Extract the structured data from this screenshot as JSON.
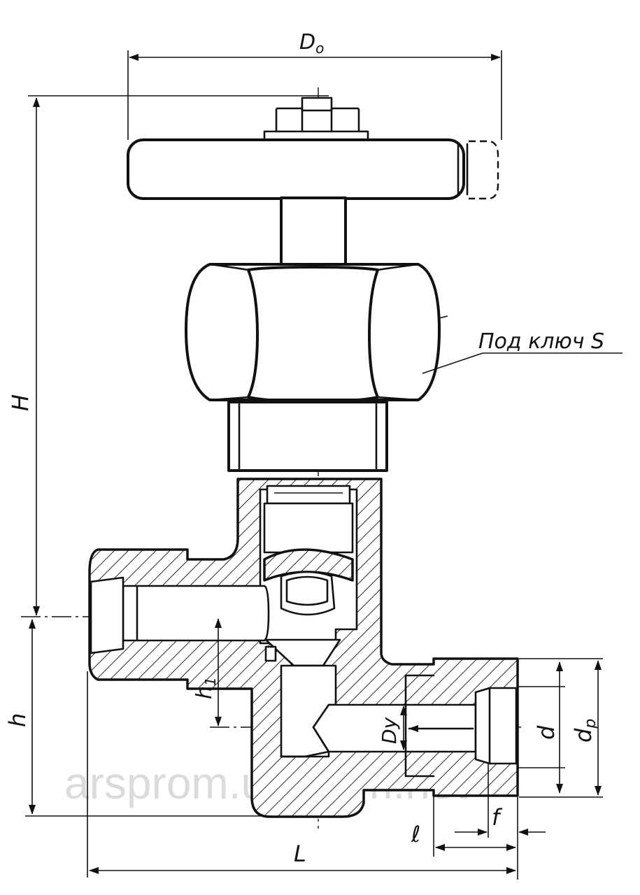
{
  "labels": {
    "d0": "D",
    "d0_sub": "o",
    "wrench": "Под ключ S",
    "H": "H",
    "h": "h",
    "h1": "h",
    "h1_sub": "1",
    "Dy": "Dy",
    "d": "d",
    "dp": "d",
    "dp_sub": "p",
    "L": "L",
    "l": "ℓ",
    "f": "f"
  },
  "watermark": "arsprom.uaprom.net",
  "colors": {
    "ink": "#111111",
    "paper": "#ffffff",
    "watermark": "#cfcfcf"
  }
}
